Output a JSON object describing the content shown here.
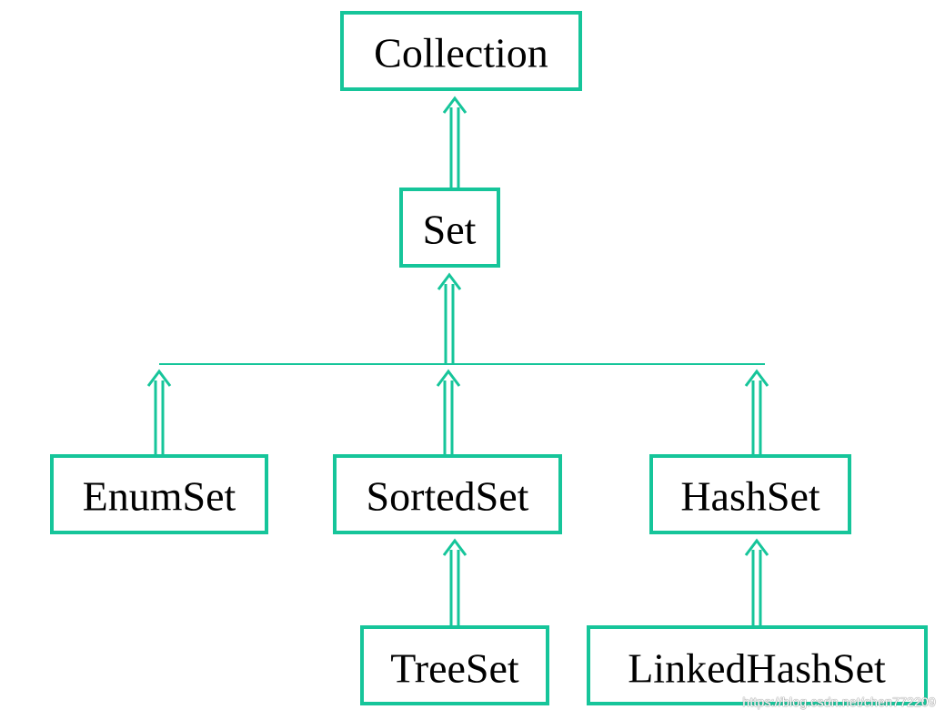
{
  "diagram": {
    "accent_color": "#16c59a",
    "nodes": {
      "collection": "Collection",
      "set": "Set",
      "enumset": "EnumSet",
      "sortedset": "SortedSet",
      "hashset": "HashSet",
      "treeset": "TreeSet",
      "linkedhashset": "LinkedHashSet"
    }
  },
  "watermark": "https://blog.csdn.net/chen772209"
}
